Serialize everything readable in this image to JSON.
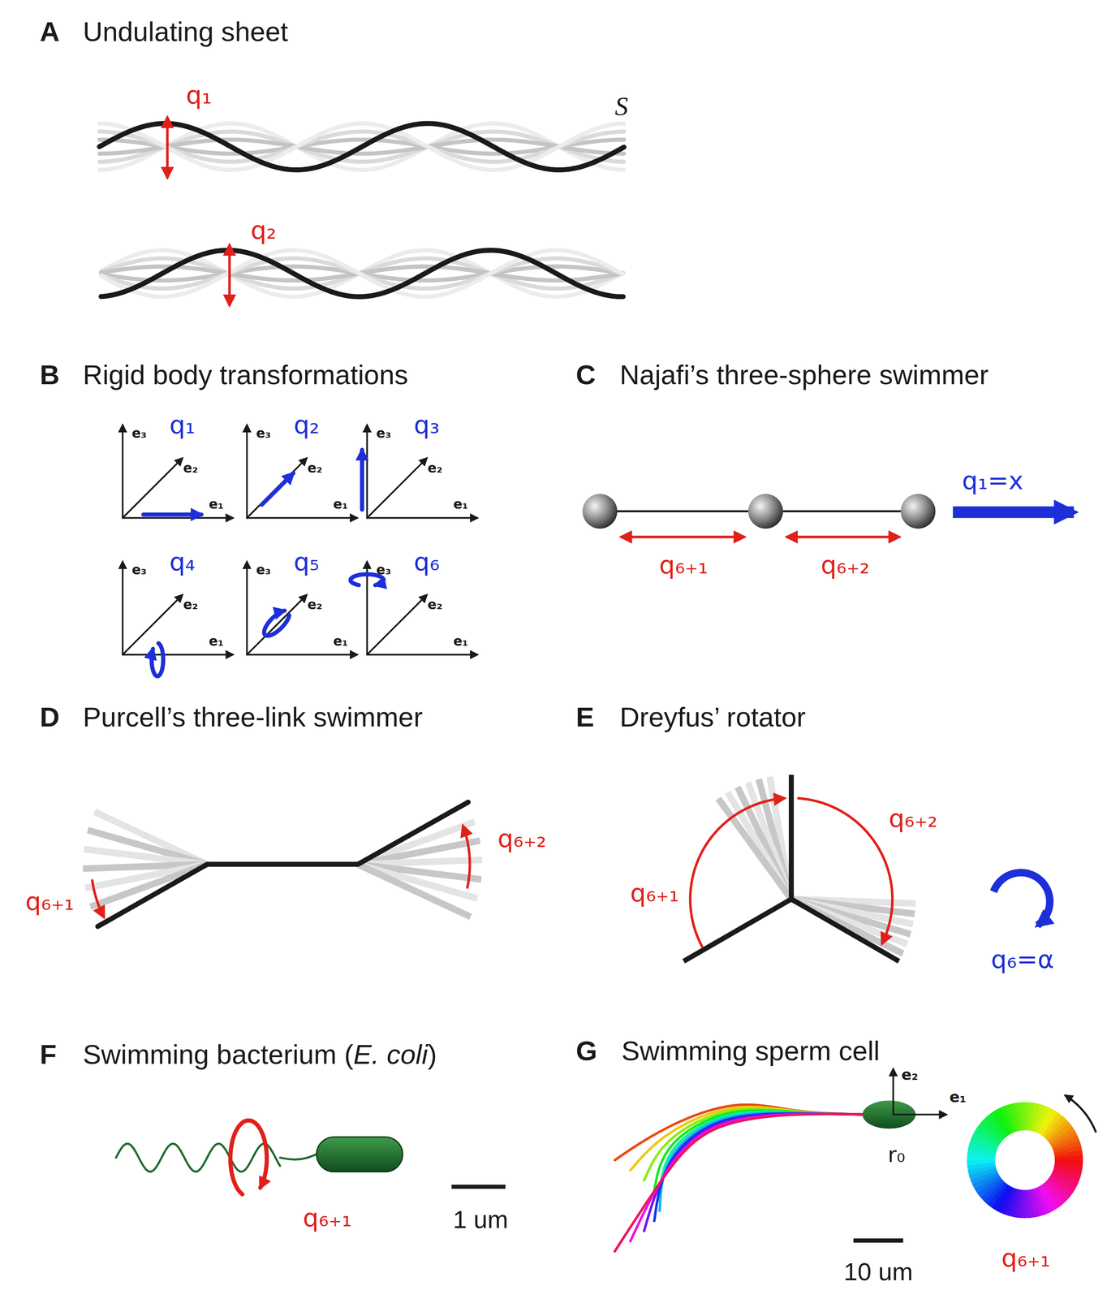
{
  "diagram": {
    "labels": [
      "A",
      "Undulating sheet",
      "q₁",
      "S",
      "q₂",
      "B",
      "Rigid body transformations",
      "e₃",
      "e₂",
      "e₁",
      "q₁",
      "e₃",
      "e₂",
      "e₁",
      "q₂",
      "e₃",
      "e₂",
      "e₁",
      "q₃",
      "e₃",
      "e₂",
      "e₁",
      "q₄",
      "e₃",
      "e₂",
      "e₁",
      "q₅",
      "e₃",
      "e₂",
      "e₁",
      "q₆",
      "C",
      "Najafi’s three-sphere swimmer",
      "q₁=x",
      "q₆₊₁",
      "q₆₊₂",
      "D",
      "Purcell’s three-link swimmer",
      "q₆₊₁",
      "q₆₊₂",
      "E",
      "Dreyfus’ rotator",
      "q₆₊₁",
      "q₆₊₂",
      "q₆=α",
      "F",
      "Swimming bacterium (",
      "E. coli",
      ")",
      "q₆₊₁",
      "1 um",
      "G",
      "Swimming sperm cell",
      "e₂",
      "e₁",
      "r₀",
      "10 um",
      "q₆₊₁"
    ]
  }
}
